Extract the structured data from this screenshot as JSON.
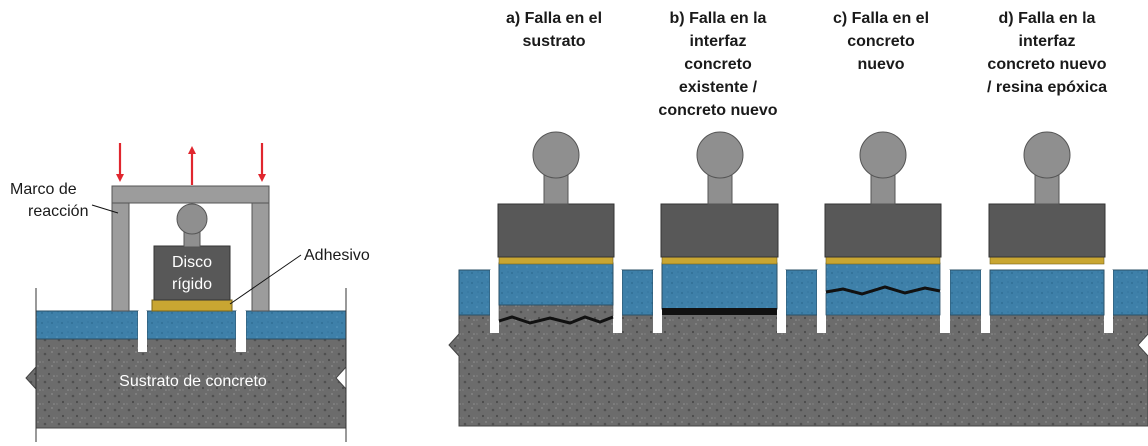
{
  "left_panel": {
    "frame_label_line1": "Marco de",
    "frame_label_line2": "reacción",
    "disk_label_line1": "Disco",
    "disk_label_line2": "rígido",
    "adhesive_label": "Adhesivo",
    "substrate_label": "Sustrato de concreto"
  },
  "failure_modes": [
    {
      "id": "a",
      "lines": [
        "a) Falla en el",
        "sustrato"
      ]
    },
    {
      "id": "b",
      "lines": [
        "b) Falla en la",
        "interfaz",
        "concreto",
        "existente /",
        "concreto nuevo"
      ]
    },
    {
      "id": "c",
      "lines": [
        "c) Falla en el",
        "concreto",
        "nuevo"
      ]
    },
    {
      "id": "d",
      "lines": [
        "d) Falla en la",
        "interfaz",
        "concreto nuevo",
        "/ resina epóxica"
      ]
    }
  ],
  "colors": {
    "overlay_blue": "#3d7fa8",
    "substrate_gray": "#6e6e6e",
    "adhesive_gold": "#c9a632",
    "disk_gray": "#5a5a5a",
    "frame_gray": "#9a9a9a",
    "arrow_red": "#e0262e",
    "crack_black": "#111111"
  }
}
